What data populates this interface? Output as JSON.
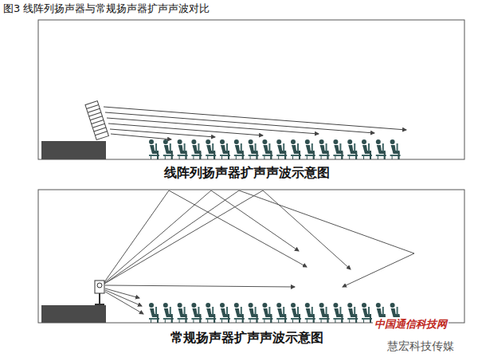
{
  "diagram": {
    "title": "图3 线阵列扬声器与常规扬声器扩声声波对比",
    "labels": [
      "线阵列扬声器扩声声波示意图",
      "常规扬声器扩声声波示意图",
      "中国通信科技网",
      "慧宏科技传媒"
    ]
  }
}
